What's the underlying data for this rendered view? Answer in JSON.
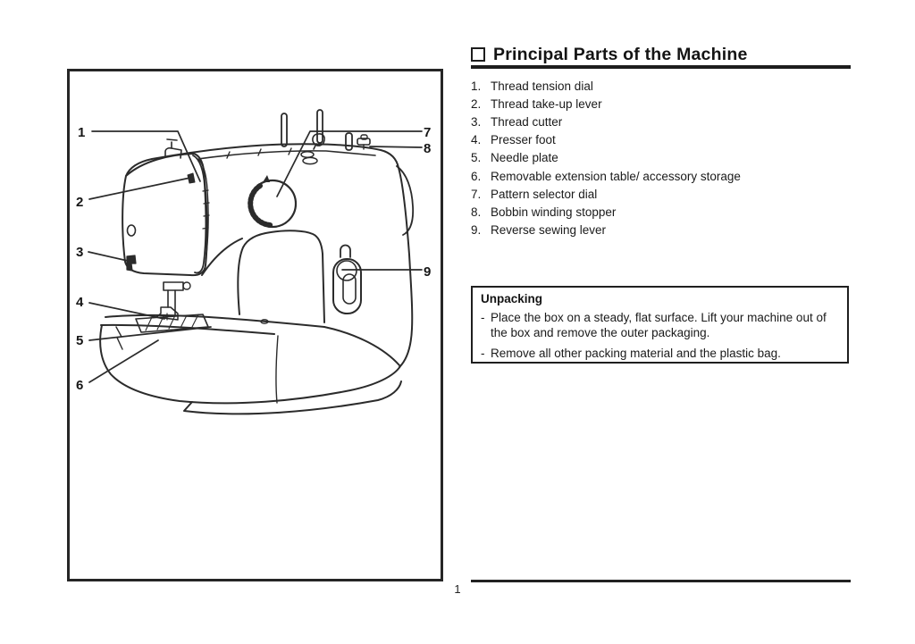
{
  "colors": {
    "ink": "#2b2b2b",
    "text": "#1a1a1a",
    "background": "#ffffff"
  },
  "heading": {
    "title": "Principal Parts of the Machine",
    "bullet_icon": "empty-checkbox-square"
  },
  "parts_list": {
    "items": [
      {
        "num": "1.",
        "label": "Thread tension dial"
      },
      {
        "num": "2.",
        "label": "Thread take-up lever"
      },
      {
        "num": "3.",
        "label": "Thread cutter"
      },
      {
        "num": "4.",
        "label": "Presser foot"
      },
      {
        "num": "5.",
        "label": "Needle plate"
      },
      {
        "num": "6.",
        "label": "Removable extension table/ accessory storage"
      },
      {
        "num": "7.",
        "label": "Pattern selector dial"
      },
      {
        "num": "8.",
        "label": "Bobbin winding stopper"
      },
      {
        "num": "9.",
        "label": "Reverse sewing lever"
      }
    ]
  },
  "unpacking": {
    "title": "Unpacking",
    "bullets": [
      {
        "marker": "-",
        "text": "Place the box on a steady, flat surface. Lift your machine out of the box and remove the outer packaging."
      },
      {
        "marker": "-",
        "text": "Remove all other packing material and the plastic bag."
      }
    ]
  },
  "diagram": {
    "callouts": [
      {
        "n": "1"
      },
      {
        "n": "2"
      },
      {
        "n": "3"
      },
      {
        "n": "4"
      },
      {
        "n": "5"
      },
      {
        "n": "6"
      },
      {
        "n": "7"
      },
      {
        "n": "8"
      },
      {
        "n": "9"
      }
    ]
  },
  "footer": {
    "page_number": "1"
  }
}
